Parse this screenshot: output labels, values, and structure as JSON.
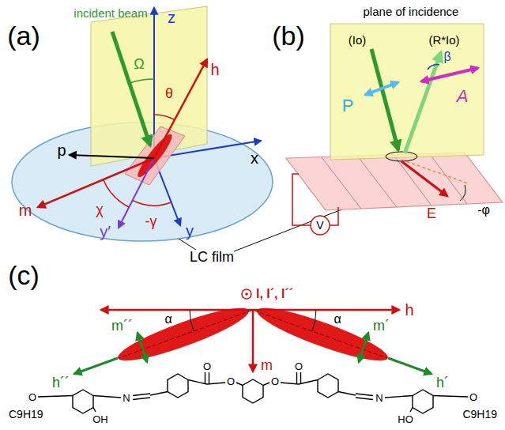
{
  "diagram": {
    "labels": [
      "(a)",
      "incident beam",
      "z",
      "Ω",
      "θ",
      "h",
      "p",
      "x",
      "m",
      "χ",
      "y′",
      "-γ",
      "y",
      "LC film",
      "(b)",
      "plane of incidence",
      "(Io)",
      "(R*Io)",
      "P",
      "β",
      "A",
      "-φ",
      "E",
      "V",
      "(c)",
      "l, l´, l´´",
      "α",
      "α",
      "h",
      "m´´",
      "m´",
      "h´´",
      "h´",
      "m",
      "O",
      "O",
      "O",
      "O",
      "N",
      "N",
      "OH",
      "HO",
      "O",
      "O",
      "C9H19",
      "C9H19"
    ]
  }
}
